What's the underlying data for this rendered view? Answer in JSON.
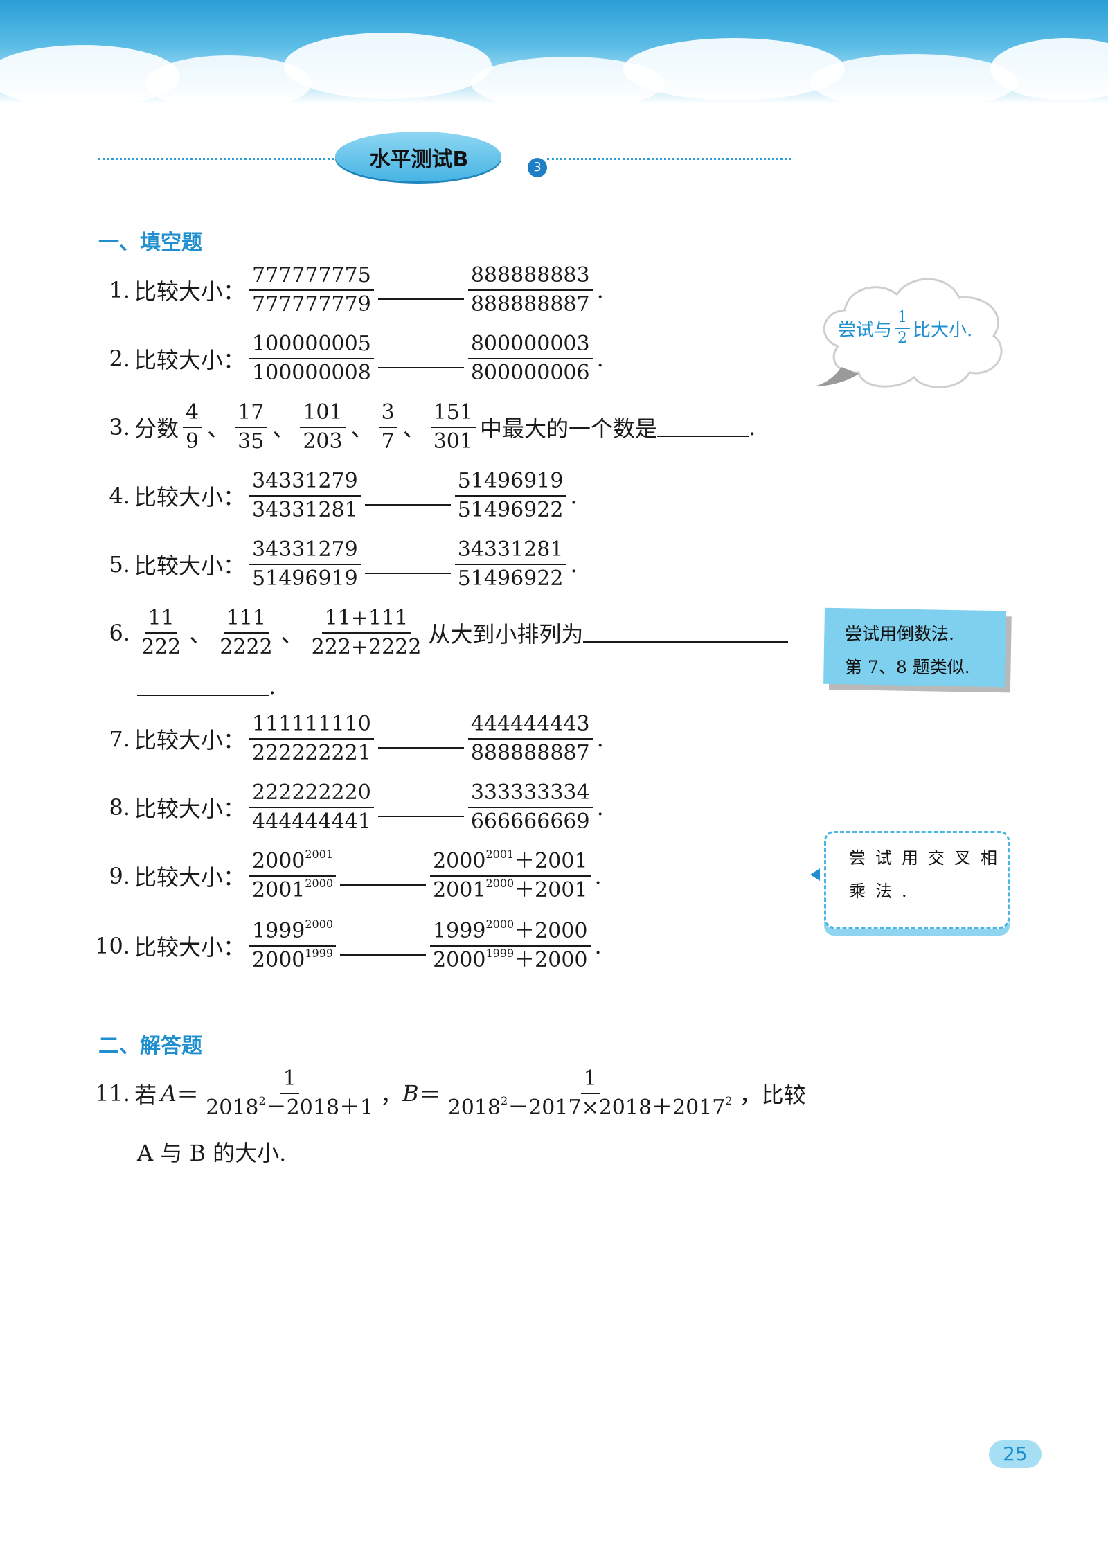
{
  "header": {
    "title": "水平测试B",
    "badge": "3"
  },
  "sections": {
    "s1": "一、填空题",
    "s2": "二、解答题"
  },
  "questions": {
    "q1": {
      "num": "1.",
      "label": "比较大小：",
      "f1n": "777777775",
      "f1d": "777777779",
      "f2n": "888888883",
      "f2d": "888888887",
      "end": "."
    },
    "q2": {
      "num": "2.",
      "label": "比较大小：",
      "f1n": "100000005",
      "f1d": "100000008",
      "f2n": "800000003",
      "f2d": "800000006",
      "end": "."
    },
    "q3": {
      "num": "3.",
      "label": "分数",
      "a_n": "4",
      "a_d": "9",
      "b_n": "17",
      "b_d": "35",
      "c_n": "101",
      "c_d": "203",
      "d_n": "3",
      "d_d": "7",
      "e_n": "151",
      "e_d": "301",
      "sep": "、",
      "text": "中最大的一个数是",
      "end": "."
    },
    "q4": {
      "num": "4.",
      "label": "比较大小：",
      "f1n": "34331279",
      "f1d": "34331281",
      "f2n": "51496919",
      "f2d": "51496922",
      "end": "."
    },
    "q5": {
      "num": "5.",
      "label": "比较大小：",
      "f1n": "34331279",
      "f1d": "51496919",
      "f2n": "34331281",
      "f2d": "51496922",
      "end": "."
    },
    "q6": {
      "num": "6.",
      "a_n": "11",
      "a_d": "222",
      "b_n": "111",
      "b_d": "2222",
      "c_n": "11+111",
      "c_d": "222+2222",
      "sep": "、",
      "text": "从大到小排列为",
      "end": "."
    },
    "q7": {
      "num": "7.",
      "label": "比较大小：",
      "f1n": "111111110",
      "f1d": "222222221",
      "f2n": "444444443",
      "f2d": "888888887",
      "end": "."
    },
    "q8": {
      "num": "8.",
      "label": "比较大小：",
      "f1n": "222222220",
      "f1d": "444444441",
      "f2n": "333333334",
      "f2d": "666666669",
      "end": "."
    },
    "q9": {
      "num": "9.",
      "label": "比较大小：",
      "b1": "2000",
      "e1": "2001",
      "b2": "2001",
      "e2": "2000",
      "b3": "2000",
      "e3": "2001",
      "add3": "＋2001",
      "b4": "2001",
      "e4": "2000",
      "add4": "＋2001",
      "end": "."
    },
    "q10": {
      "num": "10.",
      "label": "比较大小：",
      "b1": "1999",
      "e1": "2000",
      "b2": "2000",
      "e2": "1999",
      "b3": "1999",
      "e3": "2000",
      "add3": "＋2000",
      "b4": "2000",
      "e4": "1999",
      "add4": "＋2000",
      "end": "."
    },
    "q11": {
      "num": "11.",
      "pre": "若",
      "a": "A",
      "eq": "＝",
      "one": "1",
      "ad_a": "2018",
      "ad_e": "2",
      "ad_b": "－2018＋1",
      "comma": "，",
      "b": "B",
      "bd_a": "2018",
      "bd_e": "2",
      "bd_b": "－2017×2018＋2017",
      "bd_e2": "2",
      "tail": "，比较",
      "line2": "A 与 B 的大小."
    }
  },
  "tips": {
    "t1_pre": "尝试与",
    "t1_n": "1",
    "t1_d": "2",
    "t1_post": "比大小.",
    "t2_l1": "尝试用倒数法.",
    "t2_l2": "第 7、8 题类似.",
    "t3": "尝试用交叉相乘法."
  },
  "page_number": "25",
  "colors": {
    "accent": "#1f8fd0",
    "sky": "#5cbde6",
    "tip_bg": "#7fd0ee"
  }
}
